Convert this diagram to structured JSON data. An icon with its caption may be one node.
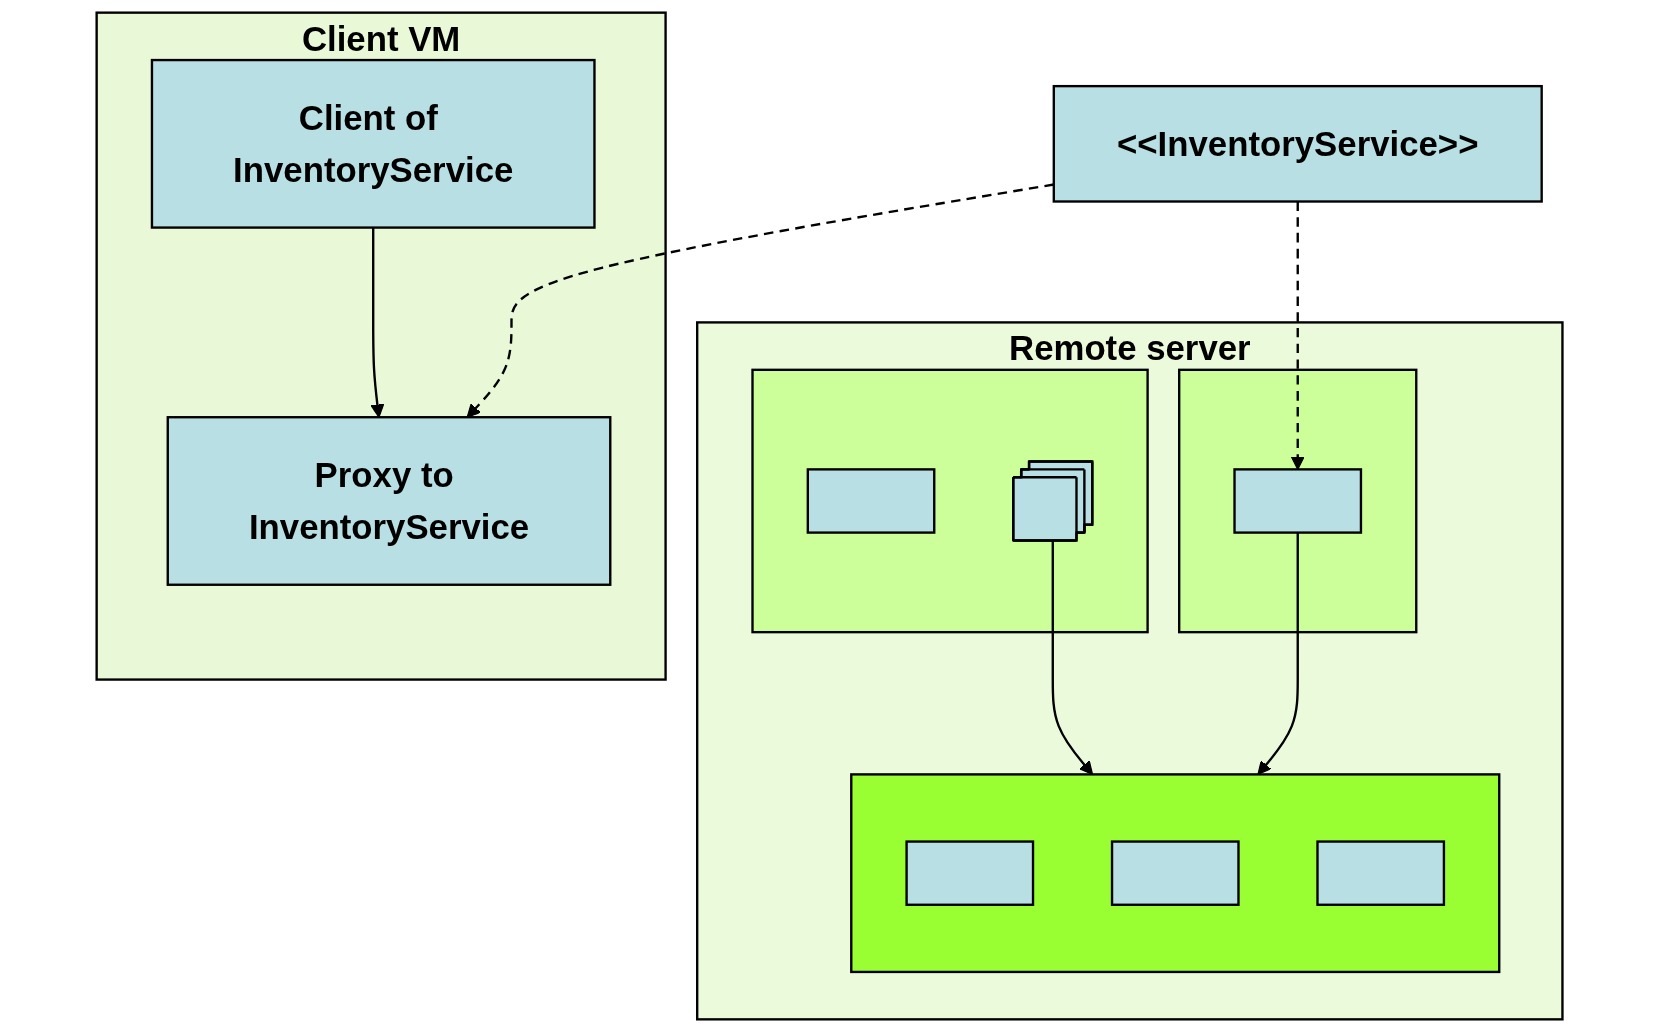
{
  "diagram": {
    "nodes": [
      {
        "text": [
          "Client VM"
        ]
      },
      {
        "text": [
          "Client of InventoryService"
        ],
        "in": 0
      },
      {
        "text": [
          "Proxy to InventoryService"
        ],
        "in": 0
      },
      {
        "text": [
          "<<InventoryService>>"
        ]
      },
      {
        "text": [
          "Remote server"
        ]
      },
      {
        "text": [],
        "shape": "box",
        "in": 4
      },
      {
        "text": [],
        "shape": "box",
        "in": 5
      },
      {
        "text": [],
        "shape": "box",
        "in": 4
      },
      {
        "text": [],
        "shape": "box",
        "in": 7
      },
      {
        "text": [],
        "shape": "stack",
        "in": 7
      },
      {
        "text": [],
        "shape": "box",
        "in": 4
      },
      {
        "text": [],
        "shape": "box",
        "in": 10
      },
      {
        "text": [],
        "shape": "box",
        "in": 10
      },
      {
        "text": [],
        "shape": "box",
        "in": 10
      }
    ],
    "edges": [
      {
        "from": 1,
        "to": 2,
        "arrow": "to"
      },
      {
        "from": 3,
        "to": 2,
        "arrow": "to",
        "style": "dashed"
      },
      {
        "from": 3,
        "to": 6,
        "arrow": "to",
        "style": "dashed"
      },
      {
        "from": 6,
        "to": 10,
        "arrow": "to"
      },
      {
        "from": 9,
        "to": 10,
        "arrow": "to"
      }
    ]
  }
}
